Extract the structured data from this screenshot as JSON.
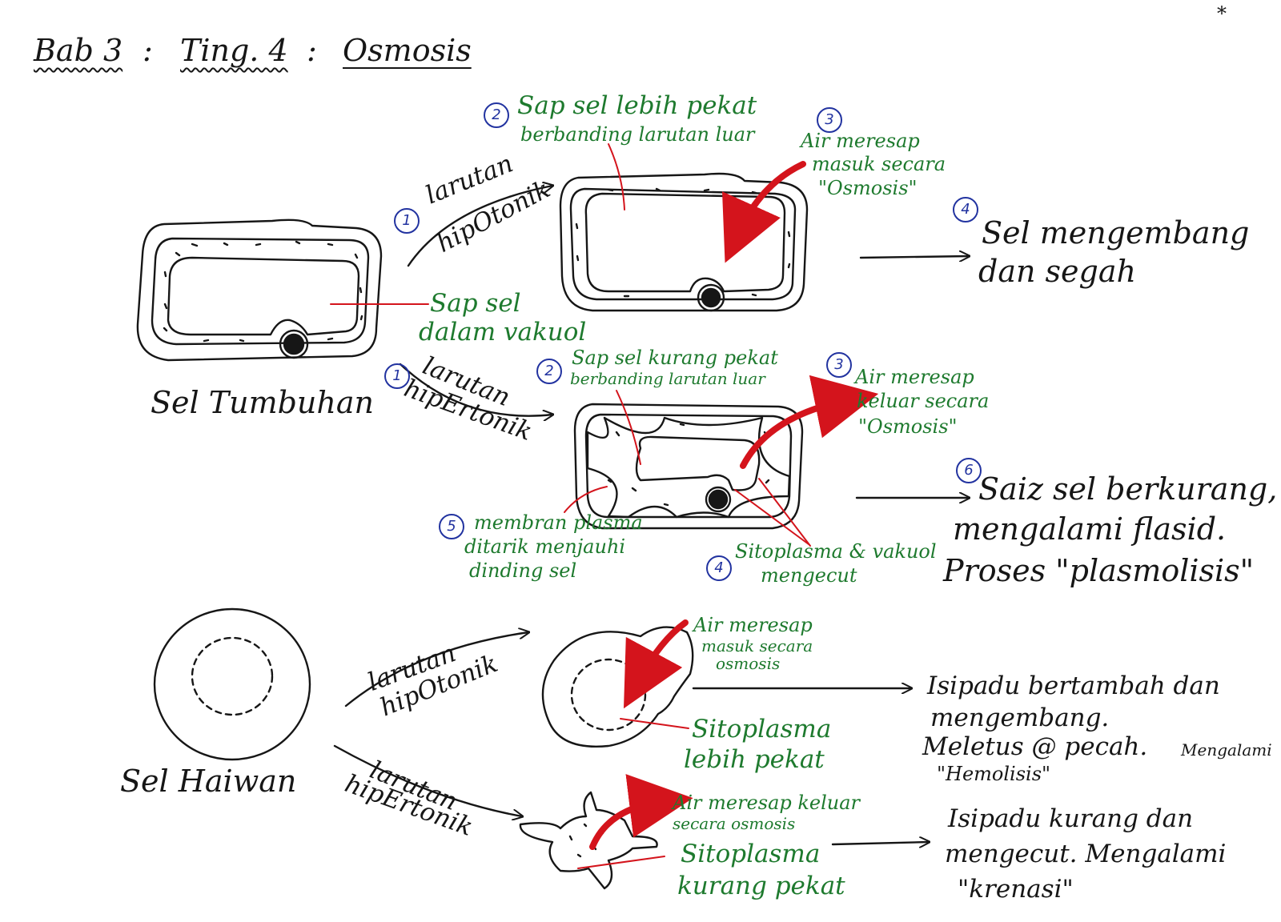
{
  "header": {
    "bab": "Bab 3",
    "ting": "Ting. 4",
    "topic": "Osmosis",
    "sep1": ":",
    "sep2": ":",
    "corner_mark": "*"
  },
  "plant": {
    "label": "Sel Tumbuhan",
    "sap_label_1": "Sap sel",
    "sap_label_2": "dalam vakuol",
    "hypo": {
      "step1": "1",
      "solution_1": "larutan",
      "solution_2": "hipOtonik",
      "step2": "2",
      "note2_1": "Sap sel lebih pekat",
      "note2_2": "berbanding larutan luar",
      "step3": "3",
      "note3_1": "Air meresap",
      "note3_2": "masuk secara",
      "note3_3": "\"Osmosis\"",
      "step4": "4",
      "result_1": "Sel mengembang",
      "result_2": "dan segah"
    },
    "hyper": {
      "step1": "1",
      "solution_1": "larutan",
      "solution_2": "hipErtonik",
      "step2": "2",
      "note2_1": "Sap sel kurang pekat",
      "note2_2": "berbanding larutan luar",
      "step3": "3",
      "note3_1": "Air meresap",
      "note3_2": "keluar secara",
      "note3_3": "\"Osmosis\"",
      "step4": "4",
      "note4_1": "Sitoplasma & vakuol",
      "note4_2": "mengecut",
      "step5": "5",
      "note5_1": "membran plasma",
      "note5_2": "ditarik menjauhi",
      "note5_3": "dinding sel",
      "step6": "6",
      "result_1": "Saiz sel berkurang,",
      "result_2": "mengalami flasid.",
      "result_3": "Proses \"plasmolisis\""
    }
  },
  "animal": {
    "label": "Sel Haiwan",
    "hypo": {
      "solution_1": "larutan",
      "solution_2": "hipOtonik",
      "note_1": "Air meresap",
      "note_2": "masuk secara",
      "note_3": "osmosis",
      "cyto_1": "Sitoplasma",
      "cyto_2": "lebih pekat",
      "result_1": "Isipadu bertambah dan",
      "result_2": "mengembang.",
      "result_3": "Meletus @ pecah.",
      "result_3b": "Mengalami",
      "result_4": "\"Hemolisis\""
    },
    "hyper": {
      "solution_1": "larutan",
      "solution_2": "hipErtonik",
      "note_1": "Air meresap keluar",
      "note_2": "secara osmosis",
      "cyto_1": "Sitoplasma",
      "cyto_2": "kurang pekat",
      "result_1": "Isipadu kurang dan",
      "result_2": "mengecut. Mengalami",
      "result_3": "\"krenasi\""
    }
  },
  "colors": {
    "ink": "#161616",
    "green_text": "#1e7a2e",
    "blue_numbers": "#2233a0",
    "red_arrows": "#d4141c"
  }
}
